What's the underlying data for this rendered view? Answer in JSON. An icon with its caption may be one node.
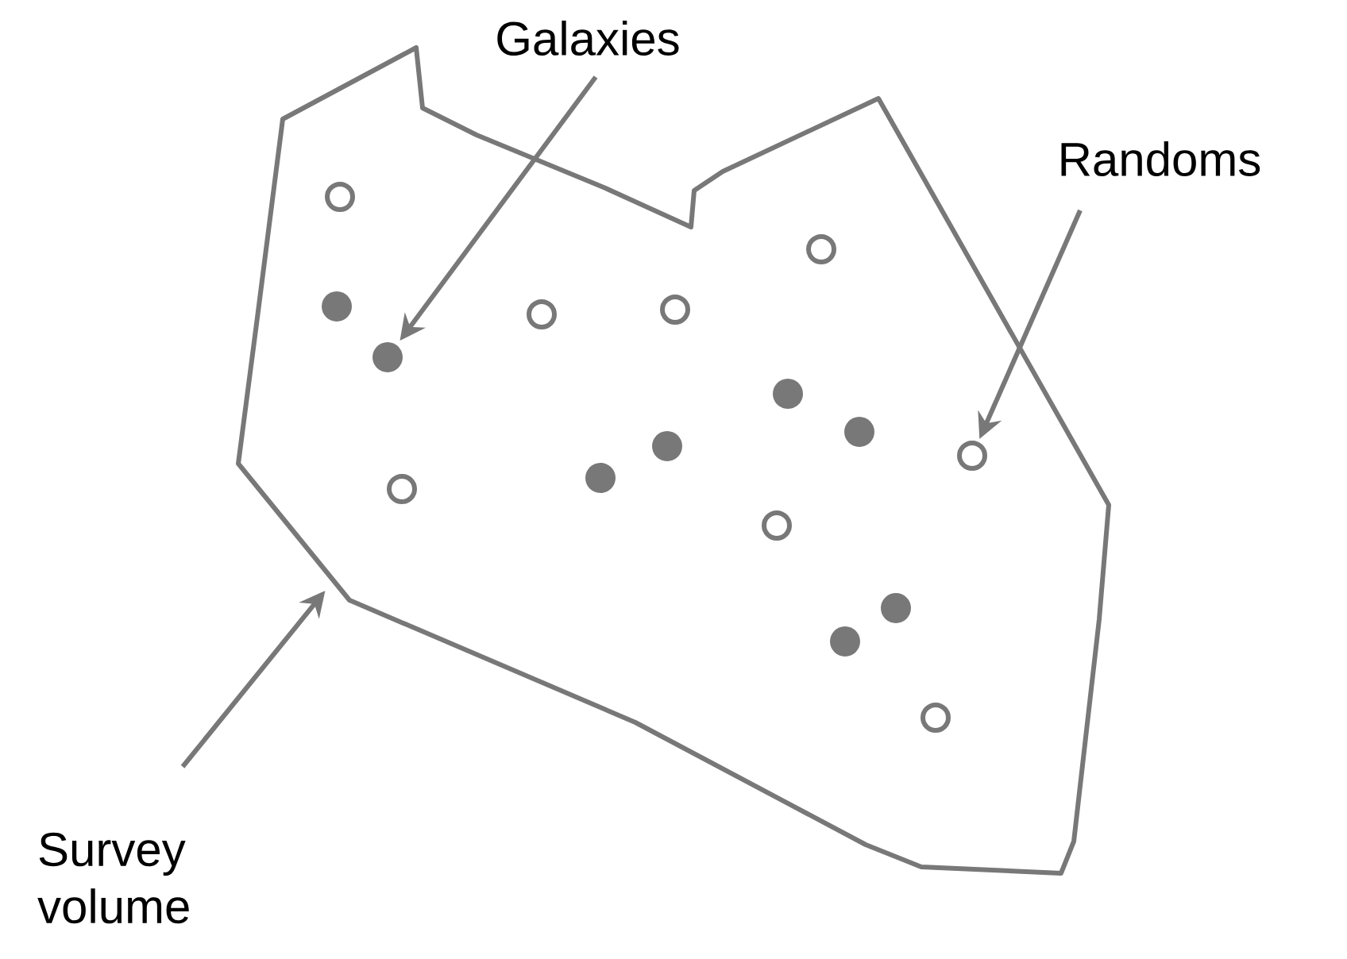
{
  "diagram": {
    "nodes": [
      {
        "text": [
          "Galaxies"
        ]
      },
      {
        "text": [
          "Randoms"
        ]
      },
      {
        "text": [
          "Survey volume"
        ]
      },
      {
        "text": [],
        "shape": "outline"
      },
      {
        "text": [],
        "shape": "dot",
        "in": 3
      },
      {
        "text": [],
        "shape": "circle",
        "in": 3
      }
    ],
    "edges": [
      {
        "from": 0,
        "to": 4,
        "arrow": "to"
      },
      {
        "from": 1,
        "to": 5,
        "arrow": "to"
      },
      {
        "from": 2,
        "to": 3,
        "arrow": "to"
      }
    ]
  }
}
